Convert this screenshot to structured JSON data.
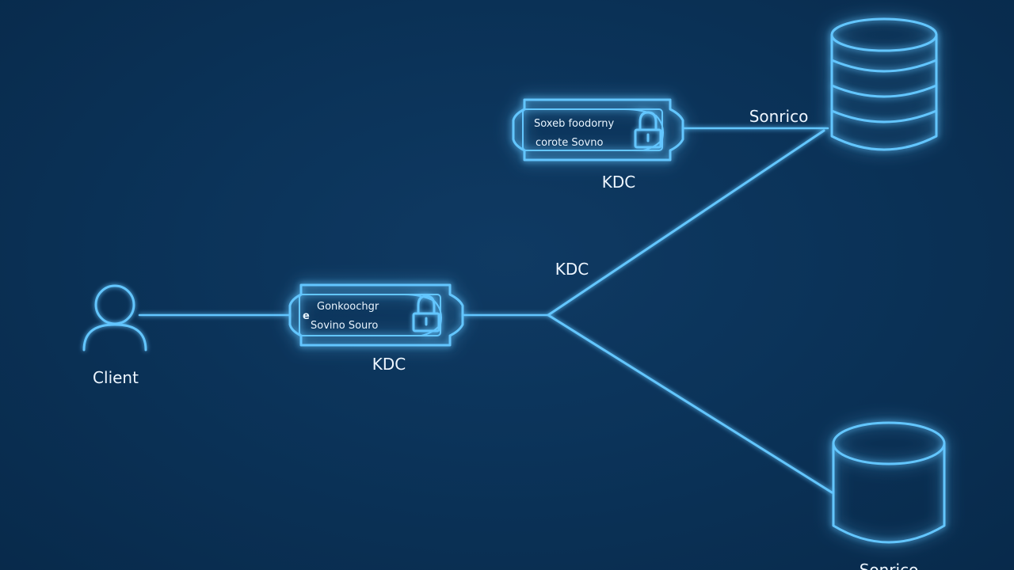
{
  "diagram": {
    "labels": {
      "client": "Client",
      "kdc_lower_ticket": "KDC",
      "kdc_junction": "KDC",
      "kdc_upper_ticket": "KDC",
      "service_top": "Sonrico",
      "service_bottom": "Sonrico"
    },
    "tickets": [
      {
        "line1": "Gonkoochgr",
        "line2": "Sovino Souro",
        "badge": "e"
      },
      {
        "line1": "Soxeb foodorny",
        "line2": "corote Sovno"
      }
    ],
    "colors": {
      "background": "#0b3359",
      "accent": "#63c6ff",
      "text": "#eef6ff"
    },
    "icons": [
      "user-icon",
      "ticket-icon",
      "padlock-icon",
      "database-icon"
    ]
  }
}
